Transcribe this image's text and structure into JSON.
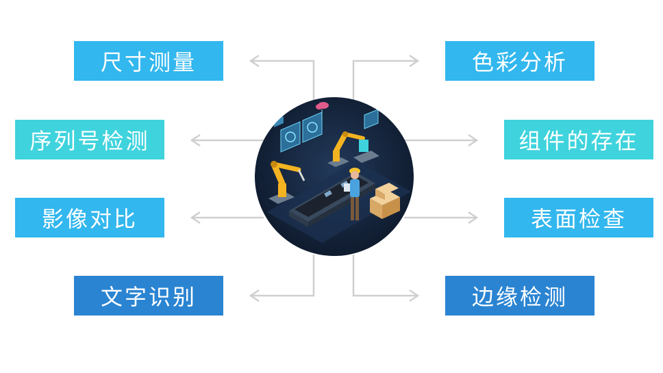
{
  "colors": {
    "box_light_blue": "#32b7ee",
    "box_cyan": "#3fd3dd",
    "box_deep_blue": "#2a84d2",
    "connector": "#cfcfcf",
    "hub_dark": "#17273f",
    "hub_navy": "#0f1b2e"
  },
  "labels": {
    "size_measurement": "尺寸测量",
    "serial_detection": "序列号检测",
    "image_comparison": "影像对比",
    "text_recognition": "文字识别",
    "color_analysis": "色彩分析",
    "component_presence": "组件的存在",
    "surface_inspection": "表面检查",
    "edge_detection": "边缘检测"
  },
  "hub": {
    "illustration": "factory-automation-illustration",
    "elements": [
      "robot-arm",
      "conveyor-belt",
      "worker-with-tablet",
      "stacked-boxes",
      "monitor-screens",
      "cloud-icon"
    ]
  }
}
